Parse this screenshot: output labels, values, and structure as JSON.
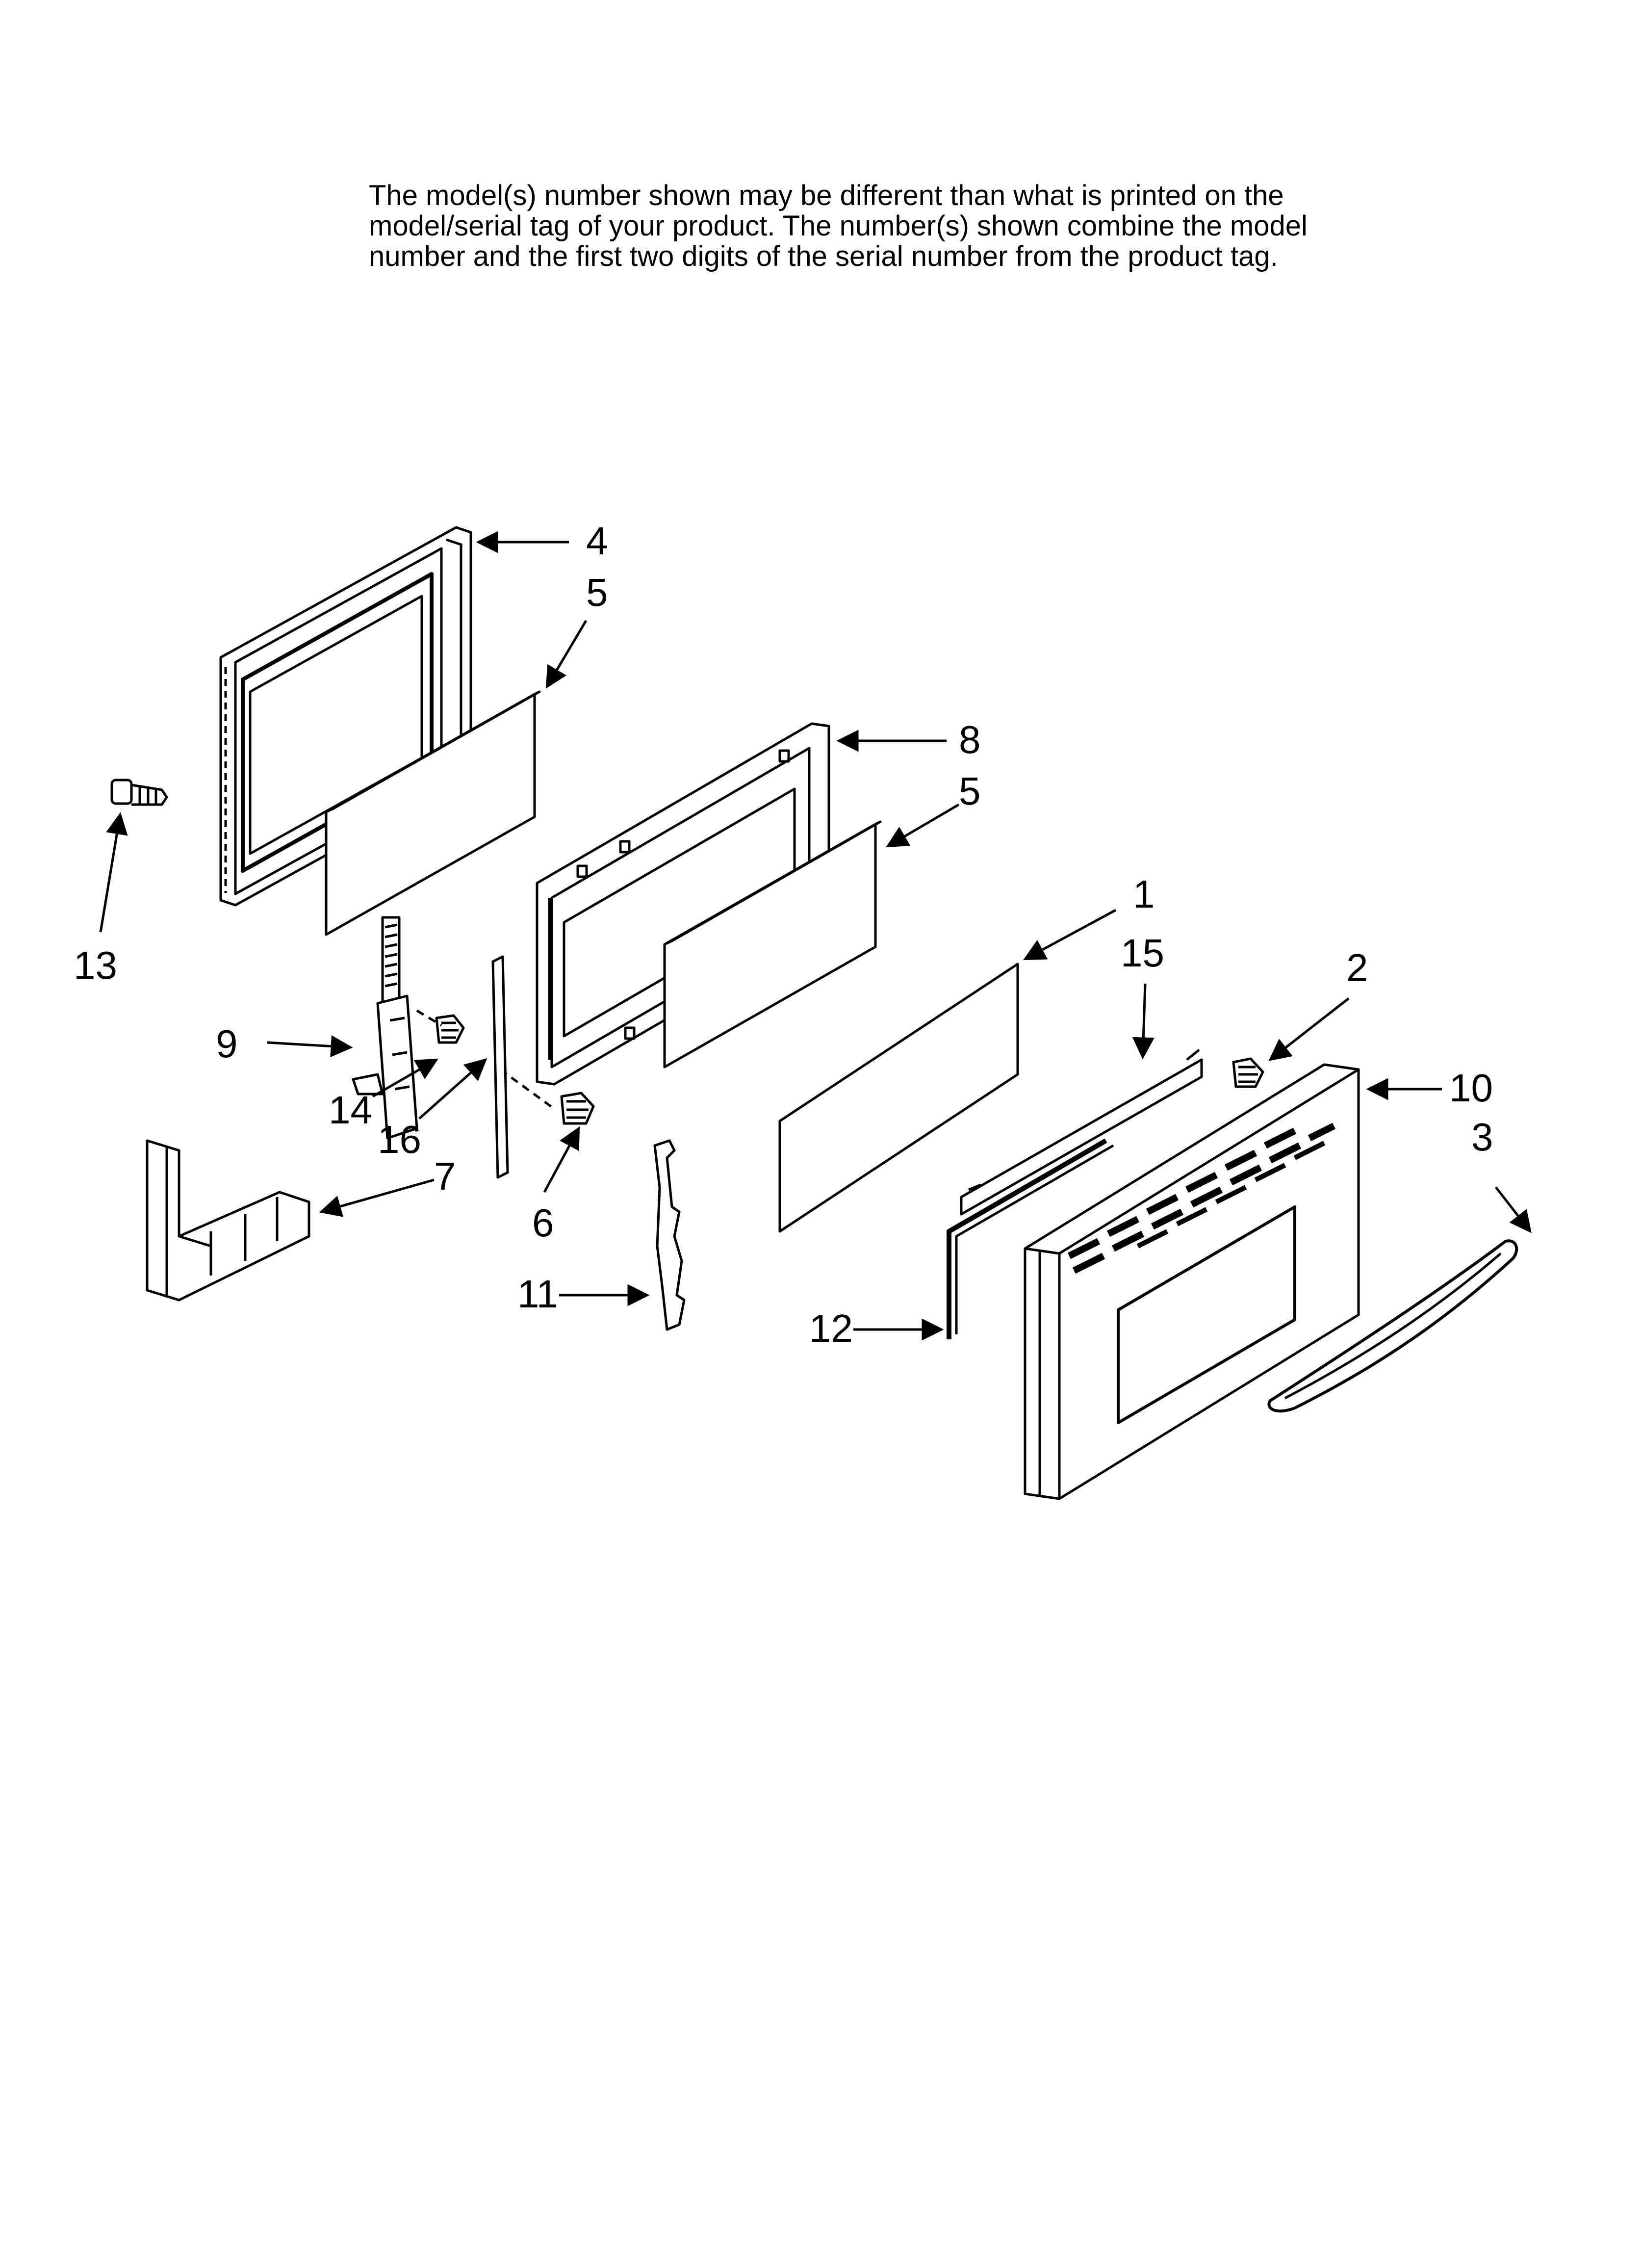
{
  "note": {
    "line1": "The model(s) number shown may be different than what is printed on the",
    "line2": "model/serial tag of your product. The number(s) shown combine the model",
    "line3": "number and the first two digits of the serial number from the product tag."
  },
  "callouts": {
    "c1": "1",
    "c2": "2",
    "c3": "3",
    "c4": "4",
    "c5a": "5",
    "c5b": "5",
    "c6": "6",
    "c7": "7",
    "c8": "8",
    "c9": "9",
    "c10": "10",
    "c11": "11",
    "c12": "12",
    "c13": "13",
    "c14": "14",
    "c15": "15",
    "c16": "16"
  }
}
